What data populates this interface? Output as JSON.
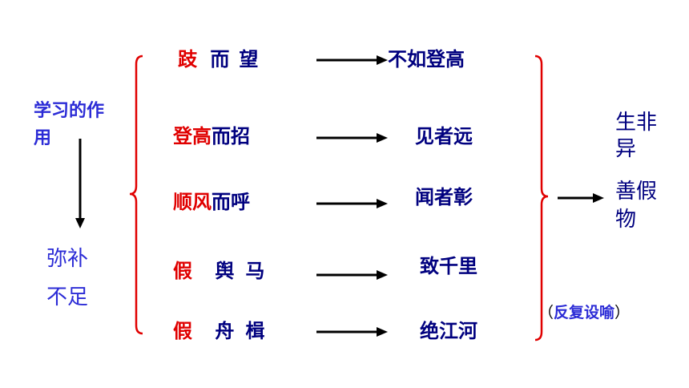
{
  "left_label": {
    "line1": "学习的作",
    "line2": "用"
  },
  "result_left": {
    "line1": "弥补",
    "line2": "不足"
  },
  "rows": [
    {
      "means_red": "跂",
      "means_rest": "而望",
      "result": "不如登高"
    },
    {
      "means_red": "登高",
      "means_rest": "而招",
      "result": "见者远"
    },
    {
      "means_red": "顺风",
      "means_rest": "而呼",
      "result": "闻者彰"
    },
    {
      "means_red": "假",
      "means_rest": "舆马",
      "result": "致千里"
    },
    {
      "means_red": "假",
      "means_rest": "舟楫",
      "result": "绝江河"
    }
  ],
  "conclusion": {
    "line1": "生非",
    "line2": "异",
    "line3": "善假",
    "line4": "物"
  },
  "note": {
    "open": "（",
    "text": "反复设喻",
    "close": "）"
  },
  "colors": {
    "red": "#e00000",
    "navy": "#00007f",
    "blue": "#2b2bd6",
    "bracket": "#e00000"
  }
}
